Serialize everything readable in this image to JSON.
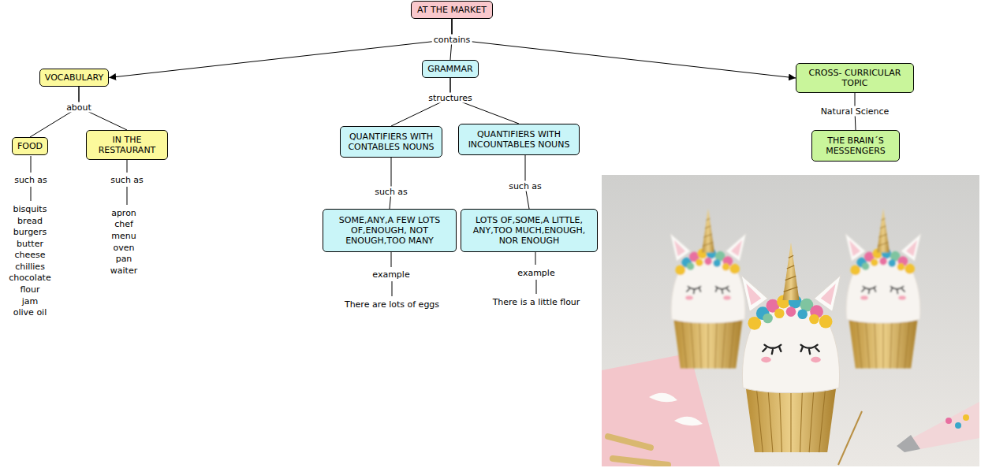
{
  "diagram": {
    "nodes": [
      {
        "text": [
          "AT THE MARKET"
        ]
      },
      {
        "text": [
          "VOCABULARY"
        ]
      },
      {
        "text": [
          "GRAMMAR"
        ]
      },
      {
        "text": [
          "CROSS- CURRICULAR TOPIC"
        ]
      },
      {
        "text": [
          "FOOD"
        ]
      },
      {
        "text": [
          "IN THE RESTAURANT"
        ]
      },
      {
        "text": [
          "QUANTIFIERS WITH CONTABLES NOUNS"
        ]
      },
      {
        "text": [
          "QUANTIFIERS WITH INCOUNTABLES NOUNS"
        ]
      },
      {
        "text": [
          "SOME,ANY,A FEW LOTS OF,ENOUGH, NOT ENOUGH,TOO MANY"
        ]
      },
      {
        "text": [
          "LOTS OF,SOME,A LITTLE, ANY,TOO MUCH,ENOUGH, NOR ENOUGH"
        ]
      },
      {
        "text": [
          "THE BRAIN´S MESSENGERS"
        ]
      }
    ],
    "edges": [
      {
        "from": 0,
        "to": 1,
        "arrow": "to"
      },
      {
        "from": 0,
        "to": 2,
        "label": "contains",
        "arrow": "none"
      },
      {
        "from": 0,
        "to": 3,
        "arrow": "to"
      },
      {
        "from": 1,
        "to": 4,
        "label": "about",
        "arrow": "none"
      },
      {
        "from": 1,
        "to": 5,
        "arrow": "none"
      },
      {
        "from": 2,
        "to": 6,
        "label": "structures",
        "arrow": "none"
      },
      {
        "from": 2,
        "to": 7,
        "arrow": "none"
      },
      {
        "from": 6,
        "to": 8,
        "label": "such as",
        "arrow": "none"
      },
      {
        "from": 7,
        "to": 9,
        "label": "such as",
        "arrow": "none"
      },
      {
        "from": 3,
        "to": 10,
        "label": "Natural Science",
        "arrow": "none"
      }
    ],
    "labels": [
      "such as",
      "bisquits",
      "bread",
      "burgers",
      "butter",
      "cheese",
      "chillies",
      "chocolate",
      "flour",
      "jam",
      "olive oil",
      "such as",
      "apron",
      "chef",
      "menu",
      "oven",
      "pan",
      "waiter",
      "example",
      "There are lots of eggs",
      "example",
      "There is a little flour"
    ]
  }
}
